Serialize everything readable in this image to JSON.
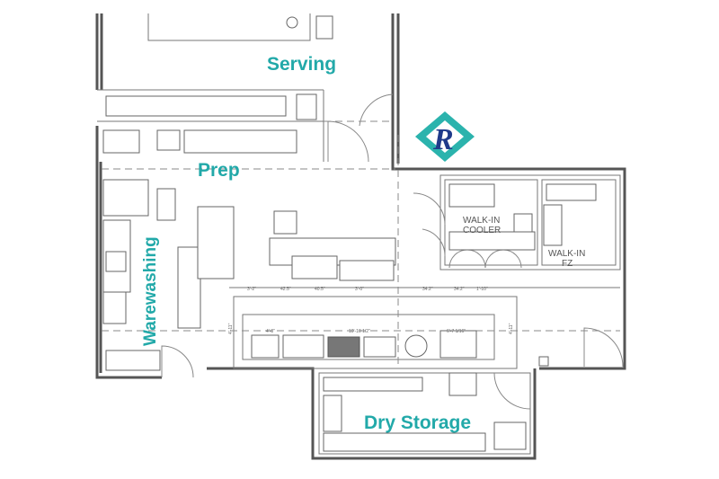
{
  "areas": {
    "serving": "Serving",
    "prep": "Prep",
    "warewashing": "Warewashing",
    "dry_storage": "Dry Storage"
  },
  "rooms": {
    "walk_in_cooler_1": "WALK-IN",
    "walk_in_cooler_2": "COOLER",
    "walk_in_freezer_1": "WALK-IN",
    "walk_in_freezer_2": "FZ"
  },
  "dimensions": {
    "d1": "3'-2\"",
    "d2": "42.5\"",
    "d3": "40.5\"",
    "d4": "3'-0\"",
    "d5": "34.2\"",
    "d6": "34.2\"",
    "d7": "1'-10\"",
    "d8": "10'-10 1/2\"",
    "d9": "4'-8\"",
    "d10": "6'-7 1/16\"",
    "d11": "4'-11\"",
    "d12": "4'-11\""
  },
  "logo": {
    "letter": "R",
    "teal": "#2bb3ad",
    "navy": "#1f3a8a"
  },
  "colors": {
    "label": "#22a9a9",
    "wall": "#555555"
  }
}
